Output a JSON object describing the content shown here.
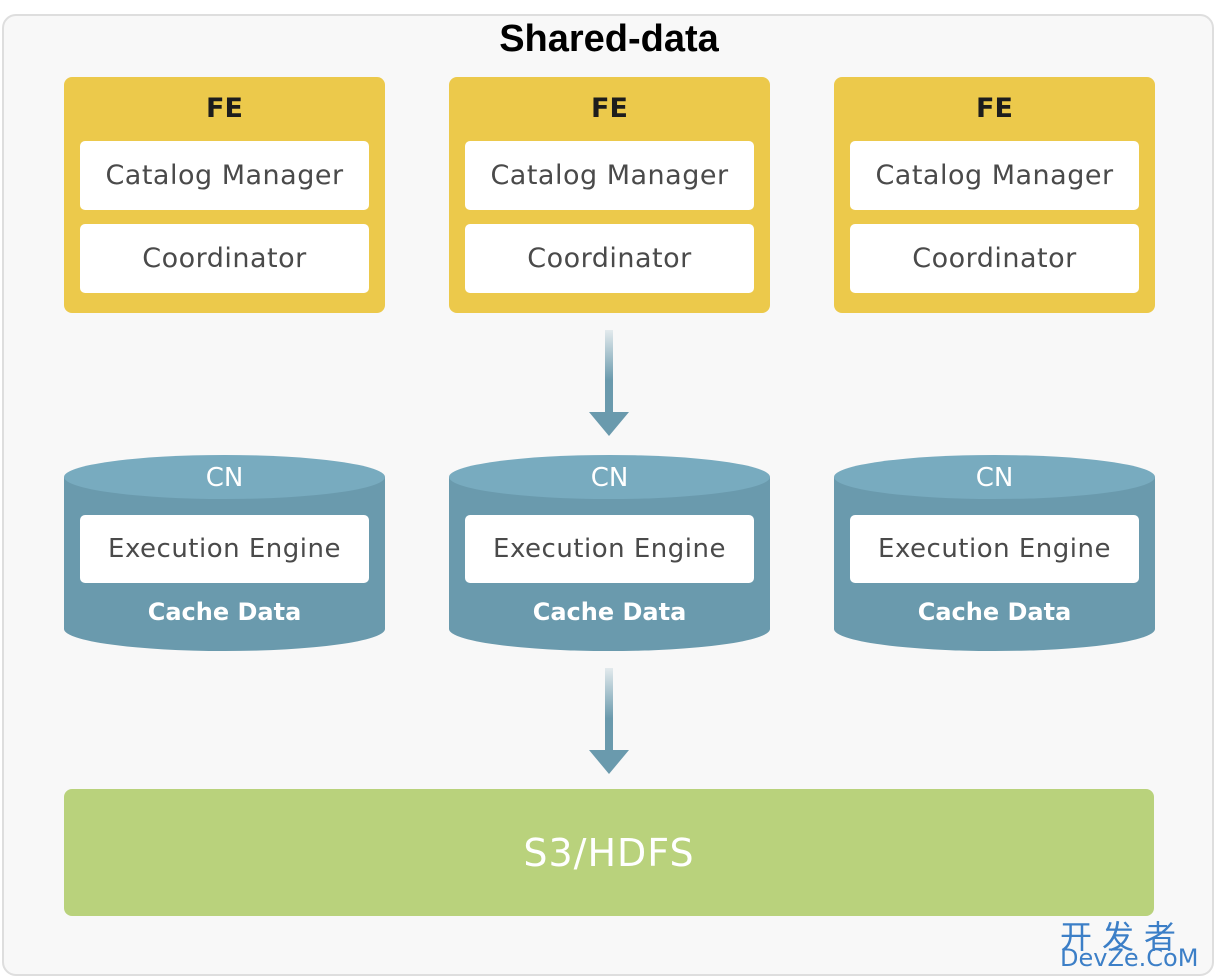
{
  "title": "Shared-data",
  "fe_nodes": [
    {
      "label": "FE",
      "catalog": "Catalog Manager",
      "coordinator": "Coordinator"
    },
    {
      "label": "FE",
      "catalog": "Catalog Manager",
      "coordinator": "Coordinator"
    },
    {
      "label": "FE",
      "catalog": "Catalog Manager",
      "coordinator": "Coordinator"
    }
  ],
  "cn_nodes": [
    {
      "label": "CN",
      "engine": "Execution Engine",
      "cache": "Cache Data"
    },
    {
      "label": "CN",
      "engine": "Execution Engine",
      "cache": "Cache Data"
    },
    {
      "label": "CN",
      "engine": "Execution Engine",
      "cache": "Cache Data"
    }
  ],
  "storage": {
    "label": "S3/HDFS"
  },
  "watermark": {
    "cn": "开发者",
    "en": "DevZe.CoM"
  },
  "colors": {
    "fe": "#ecc94b",
    "cn": "#6a9aad",
    "cn_top": "#78abbf",
    "storage": "#b9d27c",
    "arrow": "#6a9aad"
  }
}
